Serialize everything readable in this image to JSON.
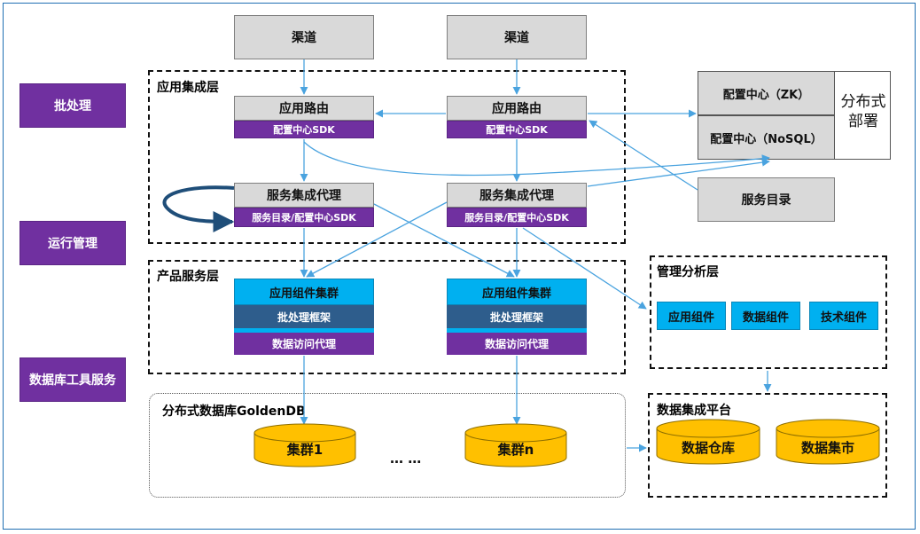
{
  "side": {
    "batch": "批处理",
    "ops": "运行管理",
    "dbtools": "数据库工具服务"
  },
  "channels": [
    "渠道",
    "渠道"
  ],
  "app_layer": {
    "title": "应用集成层",
    "routers": [
      {
        "name": "应用路由",
        "sdk": "配置中心SDK"
      },
      {
        "name": "应用路由",
        "sdk": "配置中心SDK"
      }
    ],
    "proxies": [
      {
        "name": "服务集成代理",
        "sdk": "服务目录/配置中心SDK"
      },
      {
        "name": "服务集成代理",
        "sdk": "服务目录/配置中心SDK"
      }
    ]
  },
  "config": {
    "zk": "配置中心（ZK）",
    "nosql": "配置中心（NoSQL）",
    "distributed": "分布式部署",
    "catalog": "服务目录"
  },
  "product_layer": {
    "title": "产品服务层",
    "clusters": [
      {
        "name": "应用组件集群",
        "batch": "批处理框架",
        "proxy": "数据访问代理"
      },
      {
        "name": "应用组件集群",
        "batch": "批处理框架",
        "proxy": "数据访问代理"
      }
    ]
  },
  "mgmt_layer": {
    "title": "管理分析层",
    "components": [
      "应用组件",
      "数据组件",
      "技术组件"
    ]
  },
  "db_layer": {
    "title": "分布式数据库GoldenDB",
    "cluster1": "集群1",
    "clusterN": "集群n",
    "ellipsis": "… …"
  },
  "integration": {
    "title": "数据集成平台",
    "warehouse": "数据仓库",
    "mart": "数据集市"
  },
  "colors": {
    "purple": "#7030a0",
    "cyan": "#00b0f0",
    "steel": "#2e5d8c",
    "gold": "#ffc000",
    "arrow": "#4aa3df"
  }
}
